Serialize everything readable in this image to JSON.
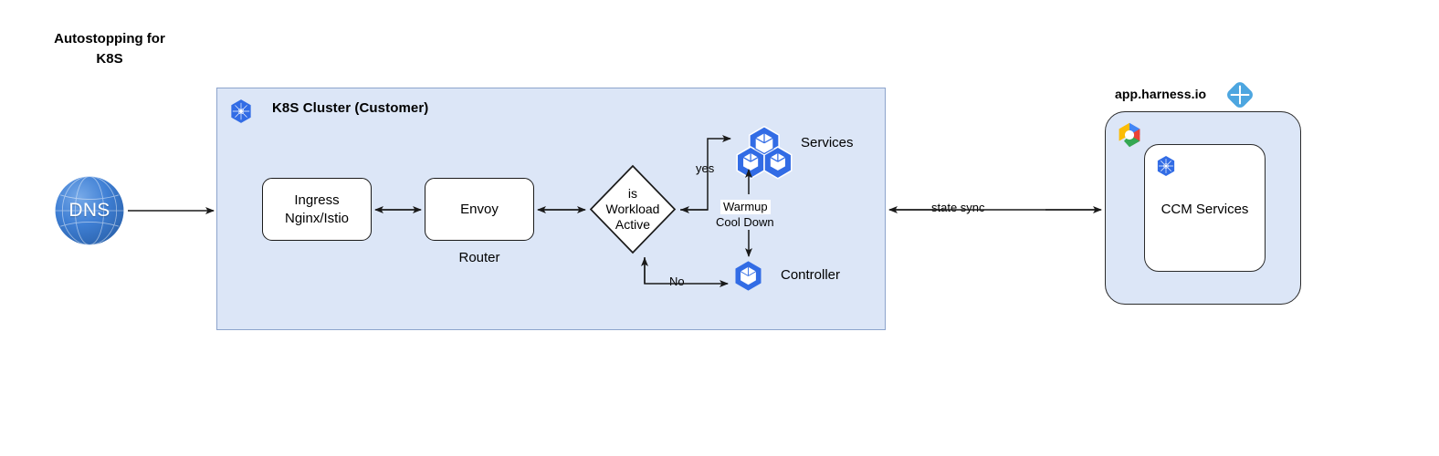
{
  "title": "Autostopping for\nK8S",
  "cluster": {
    "title": "K8S Cluster (Customer)",
    "icon": "kubernetes-icon"
  },
  "nodes": {
    "dns": {
      "label": "DNS",
      "icon": "globe-icon"
    },
    "ingress": {
      "label": "Ingress\nNginx/Istio"
    },
    "envoy": {
      "label": "Envoy",
      "sublabel": "Router"
    },
    "decision": {
      "label": "is\nWorkload\nActive"
    },
    "services": {
      "label": "Services",
      "icon": "kubernetes-pods-icon"
    },
    "controller": {
      "label": "Controller",
      "icon": "kubernetes-pod-icon"
    }
  },
  "edges": {
    "yes": "yes",
    "no": "No",
    "warmup": "Warmup",
    "cooldown": "Cool Down",
    "state_sync": "state sync"
  },
  "cloud": {
    "title": "app.harness.io",
    "logo": "harness-logo-icon",
    "provider_icon": "google-cloud-platform-icon",
    "inner": {
      "label": "CCM Services",
      "icon": "kubernetes-icon"
    }
  },
  "colors": {
    "panel_fill": "#dce6f7",
    "panel_border": "#8da4cc",
    "kubernetes_blue": "#326ce5",
    "harness_blue": "#4da6e0",
    "stroke": "#1a1a1a",
    "box_fill": "#ffffff"
  }
}
